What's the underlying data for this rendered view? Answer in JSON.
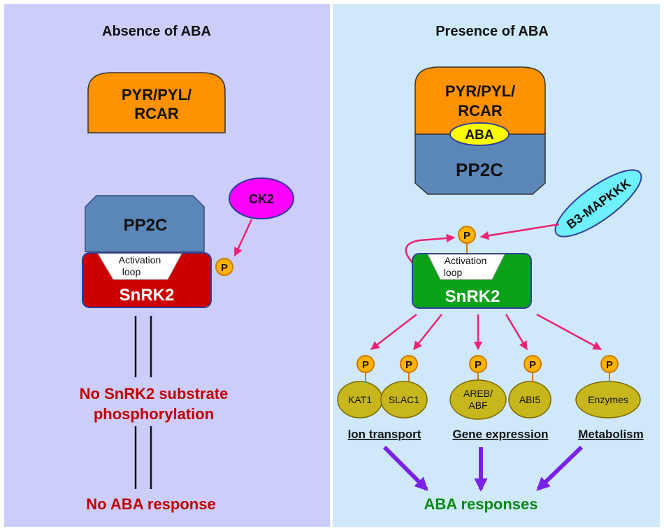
{
  "colors": {
    "left_panel_bg": "#cccdf8",
    "right_panel_bg": "#cfe9fb",
    "receptor_orange": "#fe9200",
    "pp2c_blue": "#5b86b8",
    "snrk2_red_inactive": "#cc0000",
    "snrk2_green_active": "#0aa218",
    "ck2_magenta": "#ff00ff",
    "mapkkk_cyan": "#6ff0ff",
    "aba_yellow": "#ffff00",
    "phospho_orange": "#ffb300",
    "substrate_olive": "#c7b61c",
    "arrow_pink": "#ee2273",
    "arrow_purple": "#7a22e8",
    "negative_text_red": "#c00000",
    "positive_text_green": "#098a13"
  },
  "left_panel": {
    "title": "Absence of ABA",
    "receptor_label_line1": "PYR/PYL/",
    "receptor_label_line2": "RCAR",
    "pp2c_label": "PP2C",
    "kinase_ck2_label": "CK2",
    "phospho_label": "P",
    "activation_loop_line1": "Activation",
    "activation_loop_line2": "loop",
    "snrk2_label": "SnRK2",
    "outcome_line1": "No SnRK2 substrate",
    "outcome_line2": "phosphorylation",
    "final_outcome": "No ABA response"
  },
  "right_panel": {
    "title": "Presence of ABA",
    "receptor_label_line1": "PYR/PYL/",
    "receptor_label_line2": "RCAR",
    "aba_label": "ABA",
    "pp2c_label": "PP2C",
    "mapkkk_label": "B3-MAPKKK",
    "phospho_label": "P",
    "activation_loop_line1": "Activation",
    "activation_loop_line2": "loop",
    "snrk2_label": "SnRK2",
    "substrates": [
      {
        "label_line1": "KAT1",
        "label_line2": "",
        "phospho": "P"
      },
      {
        "label_line1": "SLAC1",
        "label_line2": "",
        "phospho": "P"
      },
      {
        "label_line1": "AREB/",
        "label_line2": "ABF",
        "phospho": "P"
      },
      {
        "label_line1": "ABI5",
        "label_line2": "",
        "phospho": "P"
      },
      {
        "label_line1": "Enzymes",
        "label_line2": "",
        "phospho": "P"
      }
    ],
    "categories": [
      "Ion transport",
      "Gene expression",
      "Metabolism"
    ],
    "final_outcome": "ABA responses"
  }
}
